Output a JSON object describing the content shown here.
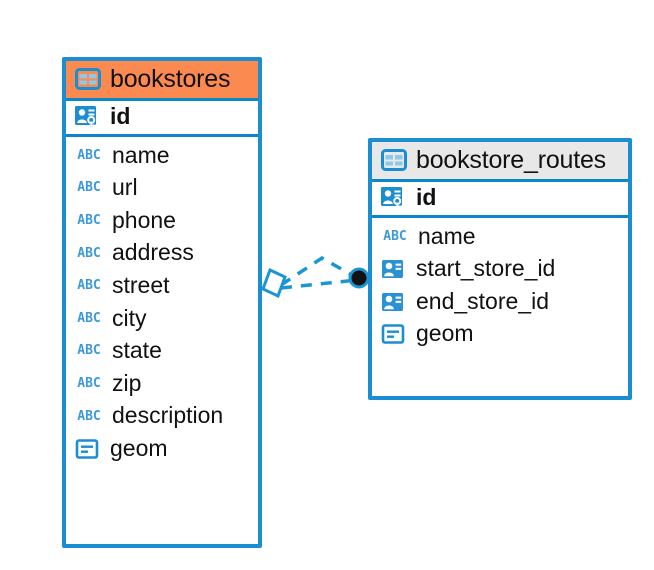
{
  "diagram": {
    "type": "entity-relationship-diagram",
    "background_color": "#ffffff",
    "accent_color": "#1b8ed2",
    "header_highlight_color": "#fb8a50",
    "header_default_color": "#e8e8e8",
    "icon_color": "#1b8ed2",
    "abc_icon_color": "#3d9ad7",
    "connector_color": "#1b95d4",
    "connector_endpoint_color": "#111111"
  },
  "entities": [
    {
      "name": "bookstores",
      "header_style": "accent-orange",
      "table_icon": "table-icon",
      "keys": [
        {
          "label": "id",
          "icon": "primary-key-icon",
          "is_key": true
        }
      ],
      "fields": [
        {
          "label": "name",
          "icon": "abc-icon",
          "icon_text": "ABC"
        },
        {
          "label": "url",
          "icon": "abc-icon",
          "icon_text": "ABC"
        },
        {
          "label": "phone",
          "icon": "abc-icon",
          "icon_text": "ABC"
        },
        {
          "label": "address",
          "icon": "abc-icon",
          "icon_text": "ABC"
        },
        {
          "label": "street",
          "icon": "abc-icon",
          "icon_text": "ABC"
        },
        {
          "label": "city",
          "icon": "abc-icon",
          "icon_text": "ABC"
        },
        {
          "label": "state",
          "icon": "abc-icon",
          "icon_text": "ABC"
        },
        {
          "label": "zip",
          "icon": "abc-icon",
          "icon_text": "ABC"
        },
        {
          "label": "description",
          "icon": "abc-icon",
          "icon_text": "ABC"
        },
        {
          "label": "geom",
          "icon": "geometry-icon"
        }
      ]
    },
    {
      "name": "bookstore_routes",
      "header_style": "accent-grey",
      "table_icon": "table-icon",
      "keys": [
        {
          "label": "id",
          "icon": "primary-key-icon",
          "is_key": true
        }
      ],
      "fields": [
        {
          "label": "name",
          "icon": "abc-icon",
          "icon_text": "ABC"
        },
        {
          "label": "start_store_id",
          "icon": "foreign-key-icon"
        },
        {
          "label": "end_store_id",
          "icon": "foreign-key-icon"
        },
        {
          "label": "geom",
          "icon": "geometry-icon"
        }
      ]
    }
  ],
  "relationships": [
    {
      "from": "bookstores",
      "to": "bookstore_routes",
      "via": "start_store_id",
      "style": "dashed"
    },
    {
      "from": "bookstores",
      "to": "bookstore_routes",
      "via": "end_store_id",
      "style": "dashed"
    }
  ]
}
